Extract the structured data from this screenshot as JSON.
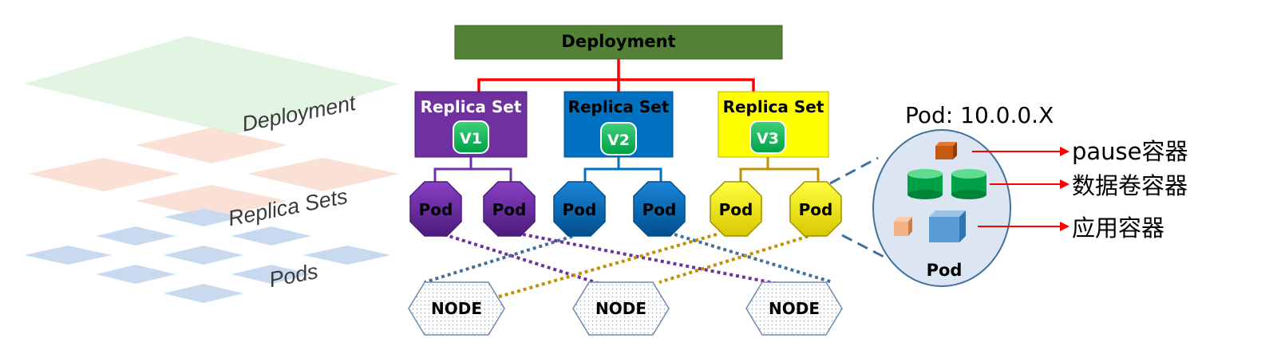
{
  "layers": {
    "deployment": "Deployment",
    "replica_sets": "Replica Sets",
    "pods": "Pods"
  },
  "deployment": {
    "label": "Deployment",
    "color": "#538135"
  },
  "replica_sets": [
    {
      "label": "Replica Set",
      "version": "V1",
      "color": "#7030a0",
      "text_color": "#ffffff"
    },
    {
      "label": "Replica Set",
      "version": "V2",
      "color": "#0070c0",
      "text_color": "#ffffff"
    },
    {
      "label": "Replica Set",
      "version": "V3",
      "color": "#ffff00",
      "text_color": "#000000"
    }
  ],
  "pods": [
    {
      "label": "Pod",
      "color": "#7030a0"
    },
    {
      "label": "Pod",
      "color": "#7030a0"
    },
    {
      "label": "Pod",
      "color": "#0070c0"
    },
    {
      "label": "Pod",
      "color": "#0070c0"
    },
    {
      "label": "Pod",
      "color": "#ffff00"
    },
    {
      "label": "Pod",
      "color": "#ffff00"
    }
  ],
  "nodes": [
    {
      "label": "NODE"
    },
    {
      "label": "NODE"
    },
    {
      "label": "NODE"
    }
  ],
  "pod_detail": {
    "title": "Pod: 10.0.0.X",
    "circle_label": "Pod",
    "legend": [
      {
        "label": "pause容器"
      },
      {
        "label": "数据卷容器"
      },
      {
        "label": "应用容器"
      }
    ]
  },
  "colors": {
    "connector": "#ff0000",
    "layer_deployment": "#e2f5e2",
    "layer_replica": "#fbe0d6",
    "layer_pod": "#c9d9f0",
    "version_badge": "#00b050",
    "pod_circle": "#dce6f2"
  }
}
